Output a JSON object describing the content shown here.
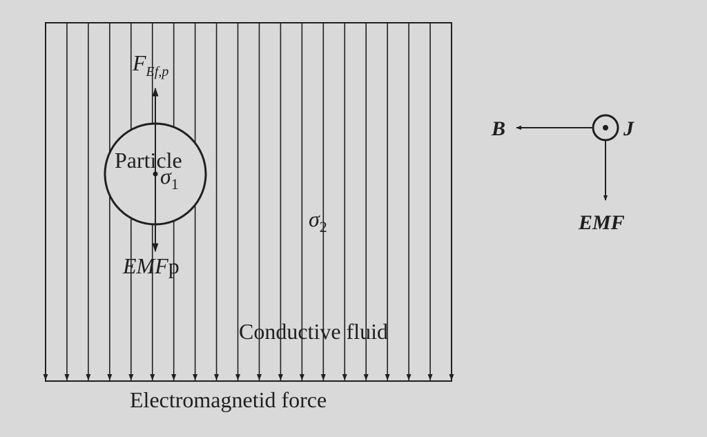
{
  "diagram": {
    "labels": {
      "force_main": "F",
      "force_sub": "Ef,p",
      "particle": "Particle",
      "sigma1_main": "σ",
      "sigma1_sub": "1",
      "emfp_main": "EMF",
      "emfp_sub": "p",
      "sigma2_main": "σ",
      "sigma2_sub": "2",
      "fluid": "Conductive fluid",
      "force_caption": "Electromagnetid force"
    },
    "legend": {
      "b_label": "B",
      "j_label": "J",
      "emf_label": "EMF"
    },
    "field_line_count": 20,
    "colors": {
      "background": "#d9d9d9",
      "ink": "#1f1f1f"
    }
  }
}
